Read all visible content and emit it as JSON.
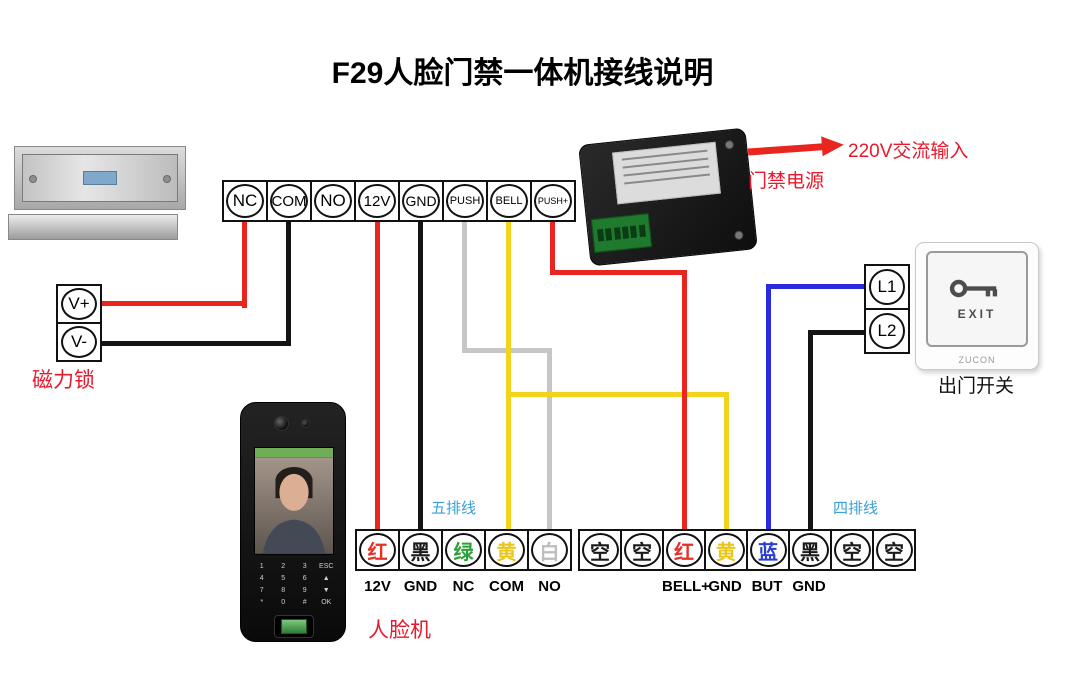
{
  "title": "F29人脸门禁一体机接线说明",
  "labels": {
    "magnetic_lock": "磁力锁",
    "power_supply": "门禁电源",
    "ac_input": "220V交流输入",
    "exit_switch": "出门开关",
    "face_machine": "人脸机",
    "five_row_wire": "五排线",
    "four_row_wire": "四排线"
  },
  "top_strip": {
    "terminals": [
      {
        "label": "NC"
      },
      {
        "label": "COM"
      },
      {
        "label": "NO"
      },
      {
        "label": "12V"
      },
      {
        "label": "GND"
      },
      {
        "label": "PUSH"
      },
      {
        "label": "BELL"
      },
      {
        "label": "PUSH+"
      }
    ]
  },
  "lock_block": {
    "terminals": [
      {
        "label": "V+"
      },
      {
        "label": "V-"
      }
    ]
  },
  "exit_block": {
    "terminals": [
      {
        "label": "L1"
      },
      {
        "label": "L2"
      }
    ]
  },
  "five_wire_strip": {
    "terminals": [
      {
        "label": "红",
        "color": "#e53128"
      },
      {
        "label": "黑",
        "color": "#1a1a1a"
      },
      {
        "label": "绿",
        "color": "#2e9e3a"
      },
      {
        "label": "黄",
        "color": "#e8c71c"
      },
      {
        "label": "白",
        "color": "#bdbdbd"
      }
    ],
    "pins": [
      "12V",
      "GND",
      "NC",
      "COM",
      "NO"
    ]
  },
  "four_wire_strip": {
    "terminals": [
      {
        "label": "空",
        "color": "#1a1a1a"
      },
      {
        "label": "空",
        "color": "#1a1a1a"
      },
      {
        "label": "红",
        "color": "#e53128"
      },
      {
        "label": "黄",
        "color": "#e8c71c"
      },
      {
        "label": "蓝",
        "color": "#2b3bd6"
      },
      {
        "label": "黑",
        "color": "#1a1a1a"
      },
      {
        "label": "空",
        "color": "#1a1a1a"
      },
      {
        "label": "空",
        "color": "#1a1a1a"
      }
    ],
    "pins": [
      "BELL+",
      "GND",
      "BUT",
      "GND"
    ]
  },
  "exit_switch": {
    "text": "EXIT",
    "brand": "ZUCON"
  },
  "face_machine": {
    "keypad": [
      [
        "1",
        "2",
        "3",
        "ESC"
      ],
      [
        "4",
        "5",
        "6",
        "▲"
      ],
      [
        "7",
        "8",
        "9",
        "▼"
      ],
      [
        "*",
        "0",
        "#",
        "OK"
      ]
    ]
  },
  "wire_colors": {
    "red": "#e8251e",
    "black": "#141414",
    "gray": "#c6c6c6",
    "yellow": "#f2d41c",
    "blue": "#2a2ae0"
  }
}
